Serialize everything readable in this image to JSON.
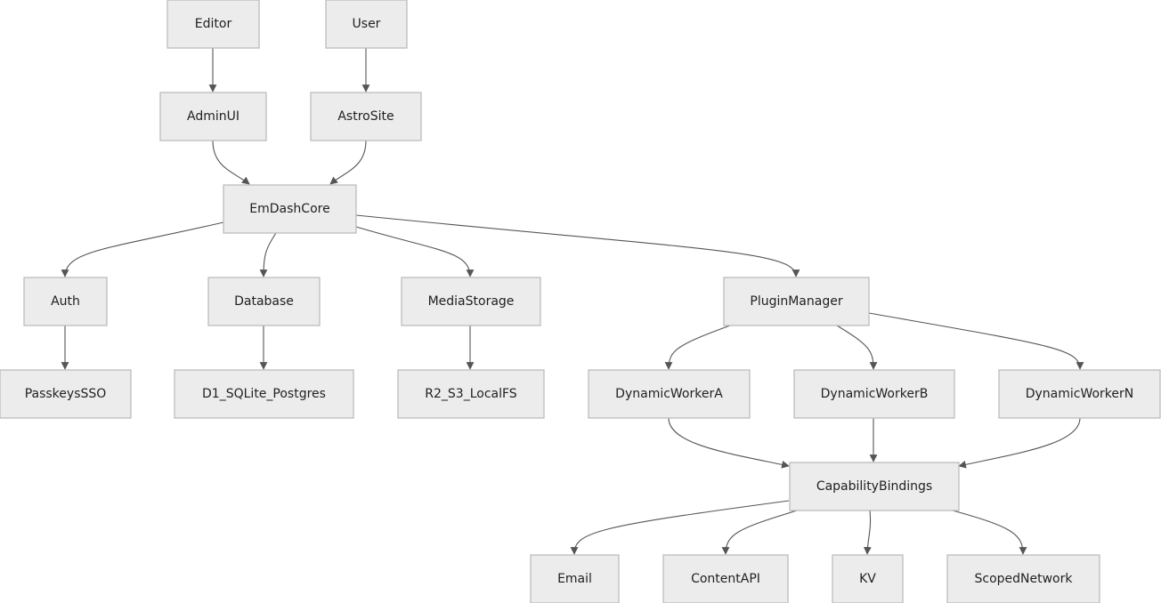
{
  "nodes": {
    "editor": "Editor",
    "user": "User",
    "admin_ui": "AdminUI",
    "astro_site": "AstroSite",
    "emdash_core": "EmDashCore",
    "auth": "Auth",
    "database": "Database",
    "media_storage": "MediaStorage",
    "plugin_manager": "PluginManager",
    "passkeys_sso": "PasskeysSSO",
    "d1_sqlite_postgres": "D1_SQLite_Postgres",
    "r2_s3_localfs": "R2_S3_LocalFS",
    "dynamic_worker_a": "DynamicWorkerA",
    "dynamic_worker_b": "DynamicWorkerB",
    "dynamic_worker_n": "DynamicWorkerN",
    "capability_bindings": "CapabilityBindings",
    "email": "Email",
    "content_api": "ContentAPI",
    "kv": "KV",
    "scoped_network": "ScopedNetwork"
  },
  "edges": [
    [
      "editor",
      "admin_ui"
    ],
    [
      "user",
      "astro_site"
    ],
    [
      "admin_ui",
      "emdash_core"
    ],
    [
      "astro_site",
      "emdash_core"
    ],
    [
      "emdash_core",
      "auth"
    ],
    [
      "emdash_core",
      "database"
    ],
    [
      "emdash_core",
      "media_storage"
    ],
    [
      "emdash_core",
      "plugin_manager"
    ],
    [
      "auth",
      "passkeys_sso"
    ],
    [
      "database",
      "d1_sqlite_postgres"
    ],
    [
      "media_storage",
      "r2_s3_localfs"
    ],
    [
      "plugin_manager",
      "dynamic_worker_a"
    ],
    [
      "plugin_manager",
      "dynamic_worker_b"
    ],
    [
      "plugin_manager",
      "dynamic_worker_n"
    ],
    [
      "dynamic_worker_a",
      "capability_bindings"
    ],
    [
      "dynamic_worker_b",
      "capability_bindings"
    ],
    [
      "dynamic_worker_n",
      "capability_bindings"
    ],
    [
      "capability_bindings",
      "email"
    ],
    [
      "capability_bindings",
      "content_api"
    ],
    [
      "capability_bindings",
      "kv"
    ],
    [
      "capability_bindings",
      "scoped_network"
    ]
  ]
}
